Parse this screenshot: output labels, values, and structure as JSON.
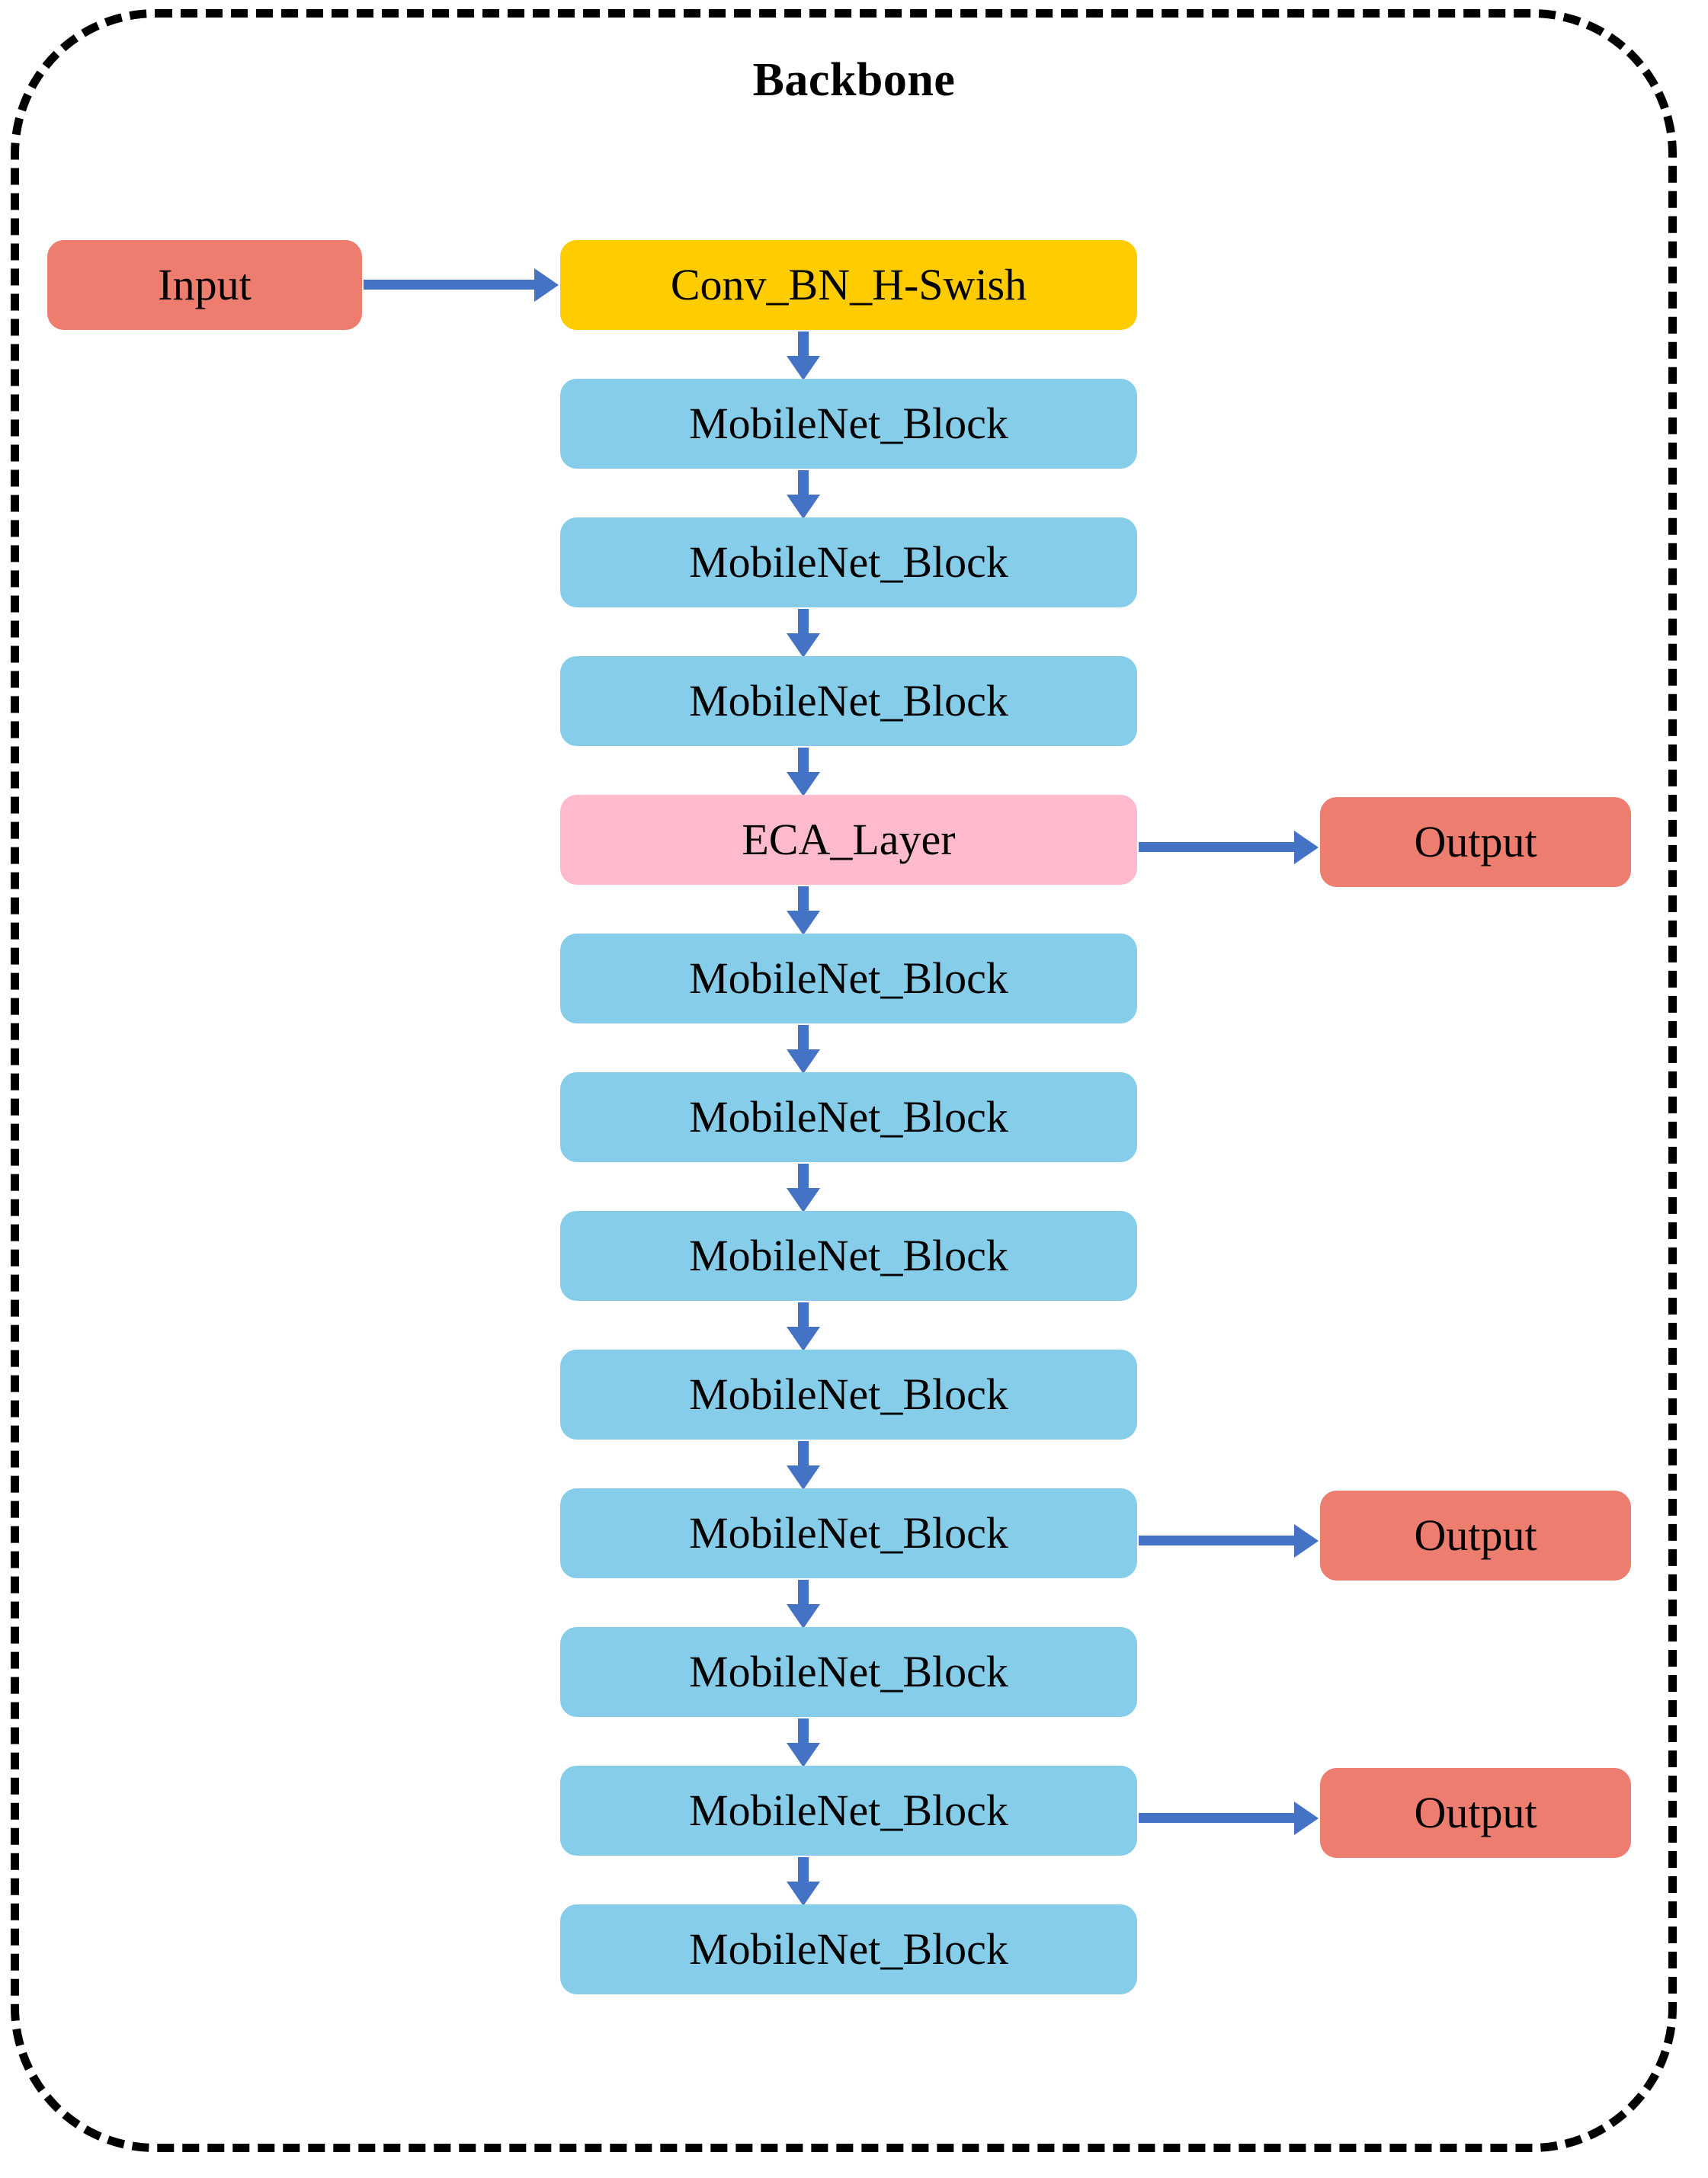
{
  "diagram": {
    "title": "Backbone",
    "colors": {
      "io_box": "#ED7D6F",
      "conv_box": "#FFCC00",
      "mobilenet_box": "#85CDE8",
      "eca_box": "#FFBBCC",
      "arrow": "#4472C4",
      "frame_border": "#000000",
      "background": "#FFFFFF",
      "text": "#000000"
    },
    "nodes": {
      "input": {
        "label": "Input"
      },
      "conv": {
        "label": "Conv_BN_H-Swish"
      },
      "block1": {
        "label": "MobileNet_Block"
      },
      "block2": {
        "label": "MobileNet_Block"
      },
      "block3": {
        "label": "MobileNet_Block"
      },
      "eca": {
        "label": "ECA_Layer"
      },
      "block4": {
        "label": "MobileNet_Block"
      },
      "block5": {
        "label": "MobileNet_Block"
      },
      "block6": {
        "label": "MobileNet_Block"
      },
      "block7": {
        "label": "MobileNet_Block"
      },
      "block8": {
        "label": "MobileNet_Block"
      },
      "block9": {
        "label": "MobileNet_Block"
      },
      "block10": {
        "label": "MobileNet_Block"
      },
      "block11": {
        "label": "MobileNet_Block"
      },
      "output1": {
        "label": "Output"
      },
      "output2": {
        "label": "Output"
      },
      "output3": {
        "label": "Output"
      }
    },
    "edges": [
      {
        "from": "input",
        "to": "conv",
        "direction": "right"
      },
      {
        "from": "conv",
        "to": "block1",
        "direction": "down"
      },
      {
        "from": "block1",
        "to": "block2",
        "direction": "down"
      },
      {
        "from": "block2",
        "to": "block3",
        "direction": "down"
      },
      {
        "from": "block3",
        "to": "eca",
        "direction": "down"
      },
      {
        "from": "eca",
        "to": "output1",
        "direction": "right"
      },
      {
        "from": "eca",
        "to": "block4",
        "direction": "down"
      },
      {
        "from": "block4",
        "to": "block5",
        "direction": "down"
      },
      {
        "from": "block5",
        "to": "block6",
        "direction": "down"
      },
      {
        "from": "block6",
        "to": "block7",
        "direction": "down"
      },
      {
        "from": "block7",
        "to": "block8",
        "direction": "down"
      },
      {
        "from": "block8",
        "to": "output2",
        "direction": "right"
      },
      {
        "from": "block8",
        "to": "block9",
        "direction": "down"
      },
      {
        "from": "block9",
        "to": "block10",
        "direction": "down"
      },
      {
        "from": "block10",
        "to": "block11",
        "direction": "down"
      },
      {
        "from": "block11",
        "to": "output3",
        "direction": "right"
      }
    ]
  }
}
